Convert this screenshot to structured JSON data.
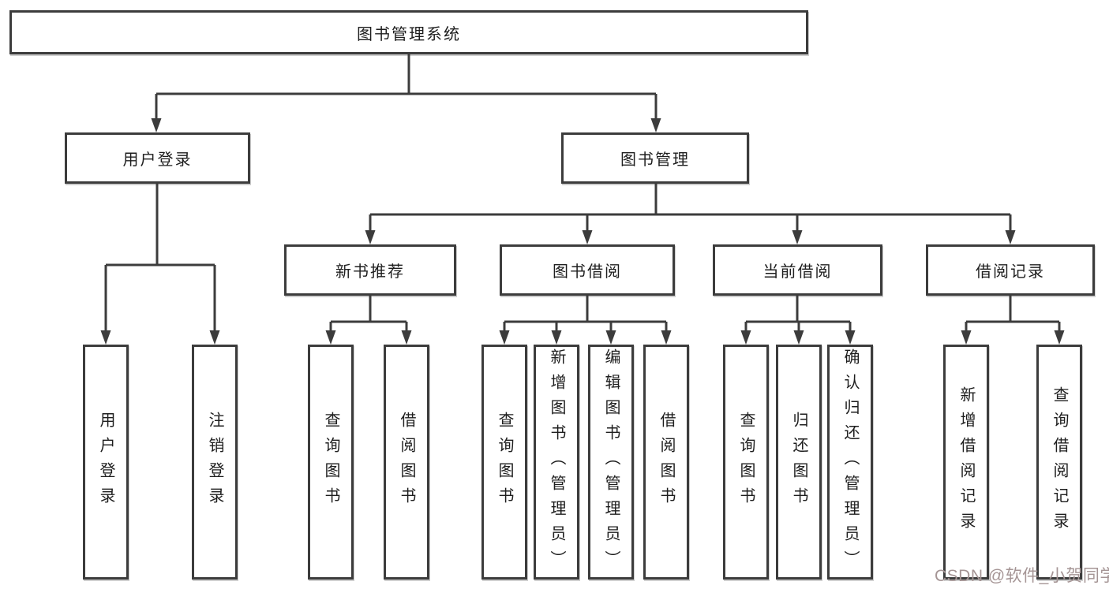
{
  "diagram_title": "图书管理系统",
  "tree": {
    "root": {
      "label": "图书管理系统"
    },
    "user_login": {
      "label": "用户登录",
      "children": [
        {
          "label": "用户登录"
        },
        {
          "label": "注销登录"
        }
      ]
    },
    "book_mgmt": {
      "label": "图书管理",
      "children": {
        "new_book": {
          "label": "新书推荐",
          "children": [
            {
              "label": "查询图书"
            },
            {
              "label": "借阅图书"
            }
          ]
        },
        "borrow": {
          "label": "图书借阅",
          "children": [
            {
              "label": "查询图书"
            },
            {
              "label": "新增图书（管理员）"
            },
            {
              "label": "编辑图书（管理员）"
            },
            {
              "label": "借阅图书"
            }
          ]
        },
        "current": {
          "label": "当前借阅",
          "children": [
            {
              "label": "查询图书"
            },
            {
              "label": "归还图书"
            },
            {
              "label": "确认归还（管理员）"
            }
          ]
        },
        "records": {
          "label": "借阅记录",
          "children": [
            {
              "label": "新增借阅记录"
            },
            {
              "label": "查询借阅记录"
            }
          ]
        }
      }
    }
  },
  "watermark": {
    "text": "CSDN @软件_小贺同学",
    "color": "#a59595"
  },
  "colors": {
    "line": "#3c3c3c",
    "node_border": "#3c3c3c",
    "text": "#1e1e1e",
    "background": "#ffffff"
  }
}
